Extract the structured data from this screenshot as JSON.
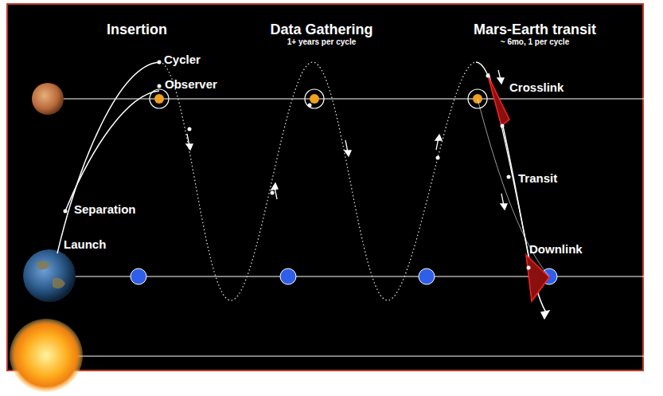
{
  "diagram": {
    "labels": [
      "Insertion",
      "Data Gathering",
      "1+ years per cycle",
      "Mars-Earth transit",
      "~ 6mo, 1 per cycle",
      "Cycler",
      "Observer",
      "Separation",
      "Launch",
      "Crosslink",
      "Transit",
      "Downlink"
    ]
  }
}
